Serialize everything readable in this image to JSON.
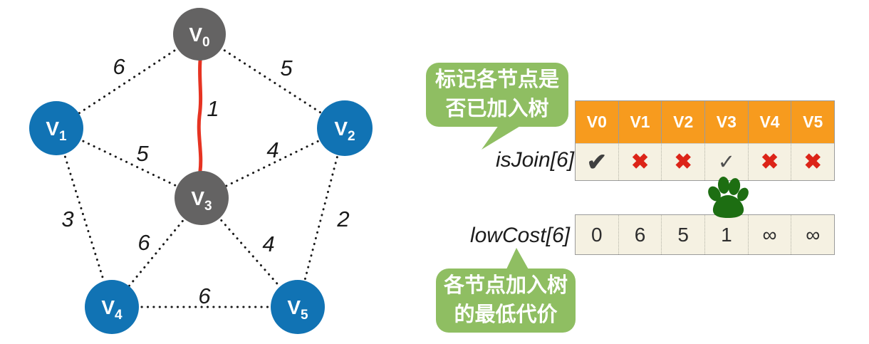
{
  "graph": {
    "nodes": [
      {
        "id": "V0",
        "label": "V",
        "sub": "0",
        "joined": true
      },
      {
        "id": "V1",
        "label": "V",
        "sub": "1",
        "joined": false
      },
      {
        "id": "V2",
        "label": "V",
        "sub": "2",
        "joined": false
      },
      {
        "id": "V3",
        "label": "V",
        "sub": "3",
        "joined": true
      },
      {
        "id": "V4",
        "label": "V",
        "sub": "4",
        "joined": false
      },
      {
        "id": "V5",
        "label": "V",
        "sub": "5",
        "joined": false
      }
    ],
    "edges": [
      {
        "from": "V0",
        "to": "V1",
        "weight": "6",
        "selected": false
      },
      {
        "from": "V0",
        "to": "V2",
        "weight": "5",
        "selected": false
      },
      {
        "from": "V0",
        "to": "V3",
        "weight": "1",
        "selected": true
      },
      {
        "from": "V1",
        "to": "V3",
        "weight": "5",
        "selected": false
      },
      {
        "from": "V2",
        "to": "V3",
        "weight": "4",
        "selected": false
      },
      {
        "from": "V1",
        "to": "V4",
        "weight": "3",
        "selected": false
      },
      {
        "from": "V3",
        "to": "V4",
        "weight": "6",
        "selected": false
      },
      {
        "from": "V3",
        "to": "V5",
        "weight": "4",
        "selected": false
      },
      {
        "from": "V2",
        "to": "V5",
        "weight": "2",
        "selected": false
      },
      {
        "from": "V4",
        "to": "V5",
        "weight": "6",
        "selected": false
      }
    ]
  },
  "tables": {
    "columns": [
      "V0",
      "V1",
      "V2",
      "V3",
      "V4",
      "V5"
    ],
    "is_join": {
      "label": "isJoin[6]",
      "cells": [
        {
          "glyph": "✔",
          "state": "joined-strong"
        },
        {
          "glyph": "✖",
          "state": "not-joined"
        },
        {
          "glyph": "✖",
          "state": "not-joined"
        },
        {
          "glyph": "✓",
          "state": "joined"
        },
        {
          "glyph": "✖",
          "state": "not-joined"
        },
        {
          "glyph": "✖",
          "state": "not-joined"
        }
      ]
    },
    "low_cost": {
      "label": "lowCost[6]",
      "values": [
        "0",
        "6",
        "5",
        "1",
        "∞",
        "∞"
      ]
    }
  },
  "callouts": {
    "top": {
      "line1": "标记各节点是",
      "line2": "否已加入树"
    },
    "bottom": {
      "line1": "各节点加入树",
      "line2": "的最低代价"
    }
  },
  "icons": {
    "paw_print": "paw-print-icon",
    "check": "check-icon",
    "cross": "cross-icon"
  },
  "colors": {
    "node_blue": "#1173b4",
    "node_gray": "#646363",
    "edge_black": "#1a1a1a",
    "selected_edge_red": "#e63322",
    "header_orange": "#f79b1e",
    "cell_cream": "#f5f1e2",
    "table_border": "#9b9b9b",
    "bubble_green": "#8fbe62",
    "paw_green": "#1d6e12",
    "cross_red": "#dc2418",
    "check_dark": "#3f3f3f"
  }
}
